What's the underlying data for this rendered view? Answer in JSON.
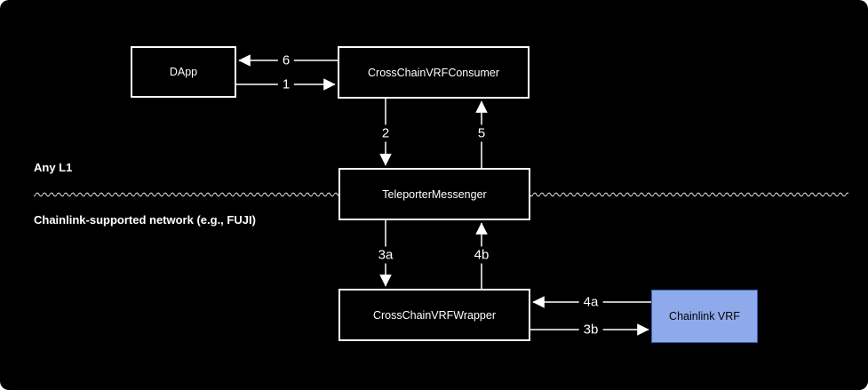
{
  "diagram": {
    "regions": [
      {
        "label": "Any L1"
      },
      {
        "label": "Chainlink-supported network (e.g., FUJI)"
      }
    ],
    "nodes": [
      {
        "id": "dapp",
        "label": "DApp"
      },
      {
        "id": "consumer",
        "label": "CrossChainVRFConsumer"
      },
      {
        "id": "messenger",
        "label": "TeleporterMessenger"
      },
      {
        "id": "wrapper",
        "label": "CrossChainVRFWrapper"
      },
      {
        "id": "chainlink-vrf",
        "label": "Chainlink VRF"
      }
    ],
    "edges": [
      {
        "label": "6",
        "from": "CrossChainVRFConsumer",
        "to": "DApp"
      },
      {
        "label": "1",
        "from": "DApp",
        "to": "CrossChainVRFConsumer"
      },
      {
        "label": "2",
        "from": "CrossChainVRFConsumer",
        "to": "TeleporterMessenger"
      },
      {
        "label": "5",
        "from": "TeleporterMessenger",
        "to": "CrossChainVRFConsumer"
      },
      {
        "label": "3a",
        "from": "TeleporterMessenger",
        "to": "CrossChainVRFWrapper"
      },
      {
        "label": "4b",
        "from": "CrossChainVRFWrapper",
        "to": "TeleporterMessenger"
      },
      {
        "label": "4a",
        "from": "Chainlink VRF",
        "to": "CrossChainVRFWrapper"
      },
      {
        "label": "3b",
        "from": "CrossChainVRFWrapper",
        "to": "Chainlink VRF"
      }
    ],
    "colors": {
      "background": "#000000",
      "node_fill": "#000000",
      "node_border": "#ffffff",
      "node_text": "#ffffff",
      "chainlink_fill": "#8FAAEB",
      "chainlink_border": "#3C5AB4",
      "chainlink_text": "#000000",
      "connector": "#ffffff",
      "network_divider": "#c9c9c9"
    }
  }
}
